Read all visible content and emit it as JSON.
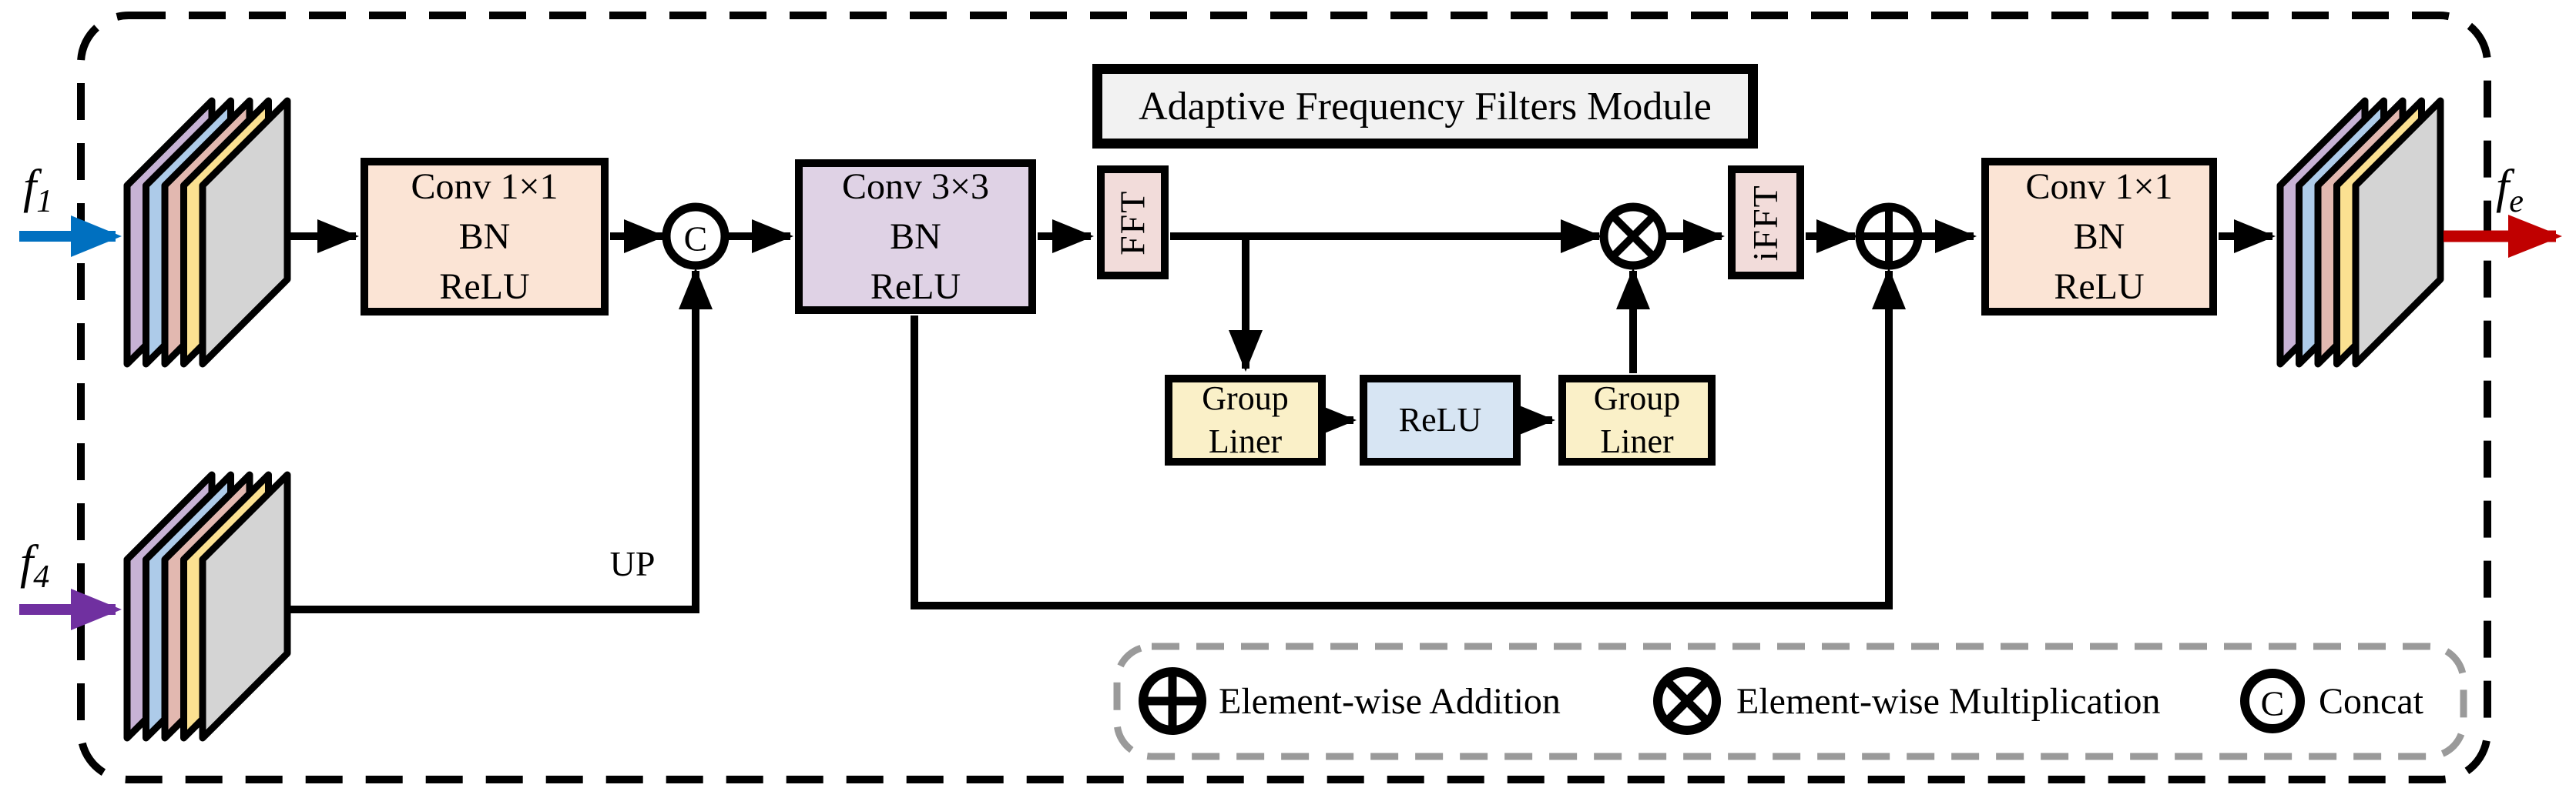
{
  "diagram_title": "Adaptive Frequency Filters Module",
  "io_labels": {
    "input_top": {
      "base": "f",
      "sub": "1"
    },
    "input_bottom": {
      "base": "f",
      "sub": "4"
    },
    "output": {
      "base": "f",
      "sub": "e"
    }
  },
  "blocks": {
    "conv1_left": {
      "lines": [
        "Conv 1×1",
        "BN",
        "ReLU"
      ]
    },
    "conv3x3": {
      "lines": [
        "Conv 3×3",
        "BN",
        "ReLU"
      ]
    },
    "fft_label": "FFT",
    "ifft_label": "iFFT",
    "group_liner_left": {
      "lines": [
        "Group",
        "Liner"
      ]
    },
    "relu_label": "ReLU",
    "group_liner_right": {
      "lines": [
        "Group",
        "Liner"
      ]
    },
    "conv1_right": {
      "lines": [
        "Conv 1×1",
        "BN",
        "ReLU"
      ]
    }
  },
  "operators": {
    "concat_symbol": "C"
  },
  "edge_labels": {
    "upsample": "UP"
  },
  "legend": {
    "items": [
      {
        "symbol": "plus-circle-icon",
        "label": "Element-wise Addition"
      },
      {
        "symbol": "times-circle-icon",
        "label": "Element-wise Multiplication"
      },
      {
        "symbol": "c-circle-icon",
        "label": "Concat",
        "symbol_text": "C"
      }
    ]
  },
  "colors": {
    "input_top_arrow": "#0070C0",
    "input_bottom_arrow": "#7030A0",
    "output_arrow": "#C00000",
    "conv_box_fill": "#FBE4D5",
    "conv3_box_fill": "#DFD2E5",
    "fft_box_fill": "#F2DCDA",
    "group_liner_fill": "#FAF0C8",
    "relu_fill": "#D7E5F3",
    "title_fill": "#F2F2F2",
    "sheet_purple": "#C7B2D5",
    "sheet_blue": "#ADCBE9",
    "sheet_salmon": "#E2B8B0",
    "sheet_yellow": "#FBE191",
    "sheet_gray": "#D4D4D4",
    "line_color": "#000000",
    "legend_border": "#9A9A9A"
  }
}
